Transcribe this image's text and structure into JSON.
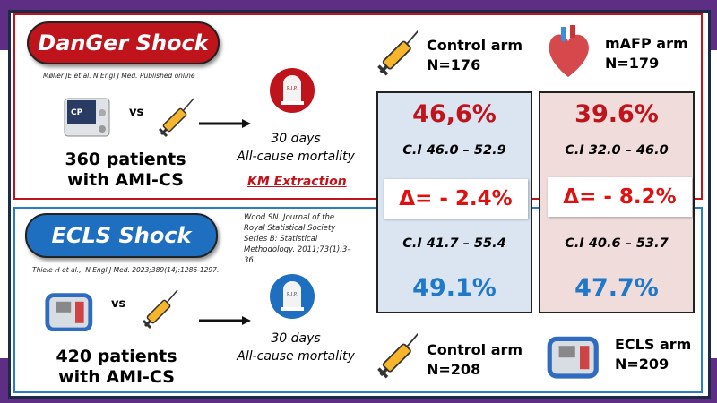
{
  "danger": {
    "title": "DanGer Shock",
    "citation": "Møller JE et al. N Engl J Med. Published online",
    "vs": "vs",
    "patients_line1": "360 patients",
    "patients_line2": "with AMI-CS",
    "outcome_line1": "30 days",
    "outcome_line2": "All-cause mortality",
    "km_link": "KM Extraction",
    "tomb_text": "R.I.P."
  },
  "ecls": {
    "title": "ECLS Shock",
    "citation": "Thiele H et al.,. N Engl J Med. 2023;389(14):1286-1297.",
    "wood_citation": "Wood SN. Journal of the Royal Statistical Society Series B: Statistical Methodology. 2011;73(1):3–36.",
    "vs": "vs",
    "patients_line1": "420 patients",
    "patients_line2": "with AMI-CS",
    "outcome_line1": "30 days",
    "outcome_line2": "All-cause mortality",
    "tomb_text": "R.I.P."
  },
  "arms": {
    "danger_control": {
      "label": "Control arm",
      "n": "N=176"
    },
    "danger_mafp": {
      "label": "mAFP arm",
      "n": "N=179"
    },
    "ecls_control": {
      "label": "Control arm",
      "n": "N=208"
    },
    "ecls_ecls": {
      "label": "ECLS arm",
      "n": "N=209"
    }
  },
  "results": {
    "control": {
      "danger_pct": "46,6%",
      "danger_ci": "C.I 46.0 – 52.9",
      "delta": "Δ= - 2.4%",
      "ecls_ci": "C.I 41.7 – 55.4",
      "ecls_pct": "49.1%"
    },
    "intervention": {
      "danger_pct": "39.6%",
      "danger_ci": "C.I 32.0 – 46.0",
      "delta": "Δ= - 8.2%",
      "ecls_ci": "C.I 40.6 – 53.7",
      "ecls_pct": "47.7%"
    }
  },
  "colors": {
    "red": "#c0141c",
    "blue": "#1f78c8",
    "purple": "#5e2d84",
    "control_bg": "#dae5f1",
    "intervention_bg": "#f1dcdc"
  }
}
